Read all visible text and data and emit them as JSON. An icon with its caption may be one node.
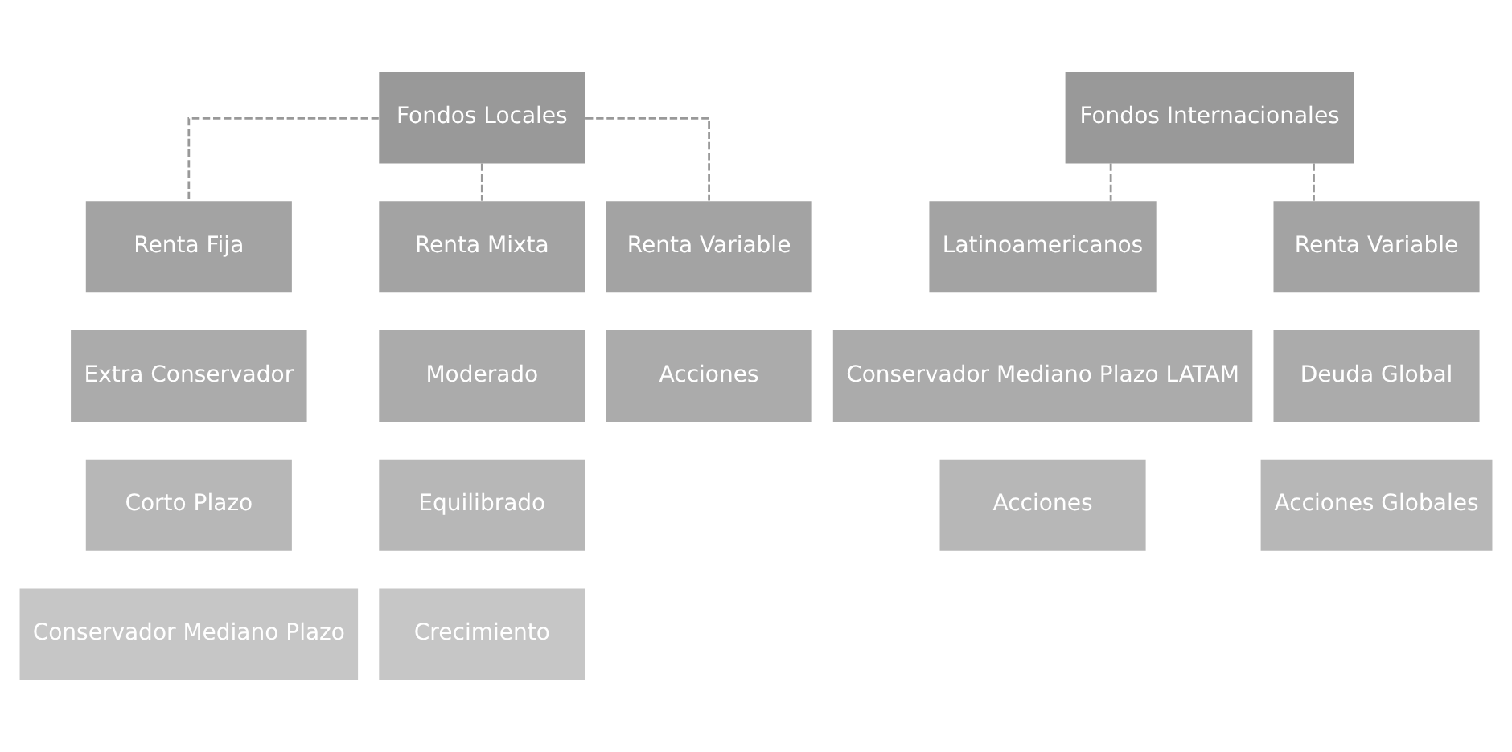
{
  "diagram": {
    "nodes": [
      {
        "text": [
          "Fondos Locales"
        ]
      },
      {
        "text": [
          "Fondos Internacionales"
        ]
      },
      {
        "text": [
          "Renta Fija"
        ]
      },
      {
        "text": [
          "Renta Mixta"
        ]
      },
      {
        "text": [
          "Renta Variable"
        ]
      },
      {
        "text": [
          "Latinoamericanos"
        ]
      },
      {
        "text": [
          "Renta Variable"
        ]
      },
      {
        "text": [
          "Extra Conservador"
        ]
      },
      {
        "text": [
          "Moderado"
        ]
      },
      {
        "text": [
          "Acciones"
        ]
      },
      {
        "text": [
          "Conservador Mediano Plazo LATAM"
        ]
      },
      {
        "text": [
          "Deuda Global"
        ]
      },
      {
        "text": [
          "Corto Plazo"
        ]
      },
      {
        "text": [
          "Equilibrado"
        ]
      },
      {
        "text": [
          "Acciones"
        ]
      },
      {
        "text": [
          "Acciones Globales"
        ]
      },
      {
        "text": [
          "Conservador Mediano Plazo"
        ]
      },
      {
        "text": [
          "Crecimiento"
        ]
      }
    ],
    "edges": [
      {
        "from": 0,
        "to": 2,
        "arrow": "none",
        "style": "dashed"
      },
      {
        "from": 0,
        "to": 3,
        "arrow": "none",
        "style": "dashed"
      },
      {
        "from": 0,
        "to": 4,
        "arrow": "none",
        "style": "dashed"
      },
      {
        "from": 1,
        "to": 5,
        "arrow": "none",
        "style": "dashed"
      },
      {
        "from": 1,
        "to": 6,
        "arrow": "none",
        "style": "dashed"
      }
    ]
  }
}
